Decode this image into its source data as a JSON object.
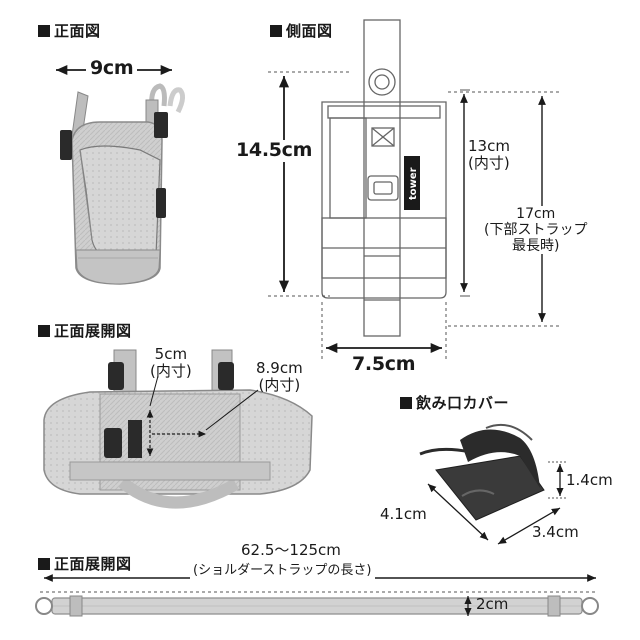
{
  "sections": {
    "front_view": "正面図",
    "side_view": "側面図",
    "front_open_view": "正面展開図",
    "cap_cover": "飲み口カバー",
    "strap_view": "正面展開図"
  },
  "front_view": {
    "width": "9cm"
  },
  "side_view": {
    "height": "14.5cm",
    "inner_height_value": "13cm",
    "inner_height_note": "(内寸)",
    "max_line1": "17cm",
    "max_line2": "(下部ストラップ",
    "max_line3": "最長時)",
    "depth": "7.5cm",
    "brand": "tower"
  },
  "open_view": {
    "inner_a_value": "5cm",
    "inner_a_note": "(内寸)",
    "inner_b_value": "8.9cm",
    "inner_b_note": "(内寸)"
  },
  "cap_cover": {
    "height": "1.4cm",
    "width": "4.1cm",
    "depth": "3.4cm"
  },
  "strap": {
    "length": "62.5～125cm",
    "length_note": "(ショルダーストラップの長さ)",
    "width": "2cm"
  },
  "colors": {
    "fabric": "#c9c9c9",
    "fabric_dark": "#9e9e9e",
    "outline": "#666666",
    "buckle": "#2a2a2a",
    "cap": "#2b2b2b"
  }
}
